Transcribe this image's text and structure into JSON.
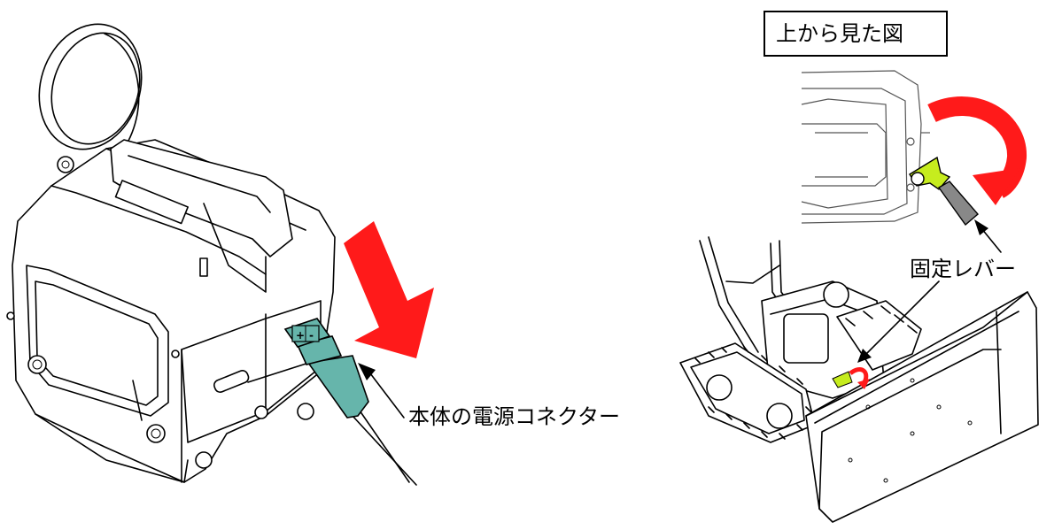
{
  "labels": {
    "top_view": "上から見た図",
    "connector": "本体の電源コネクター",
    "fixing_lever": "固定レバー",
    "plus": "+",
    "minus": "-"
  },
  "colors": {
    "arrow_red": "#ff1a1a",
    "connector_teal": "#66b5ab",
    "lever_green": "#c6ec1e",
    "line": "#000000"
  },
  "icons": {
    "down_arrow": "red-diagonal-down-arrow",
    "rotate_arrow": "red-clockwise-rotate-arrow"
  }
}
